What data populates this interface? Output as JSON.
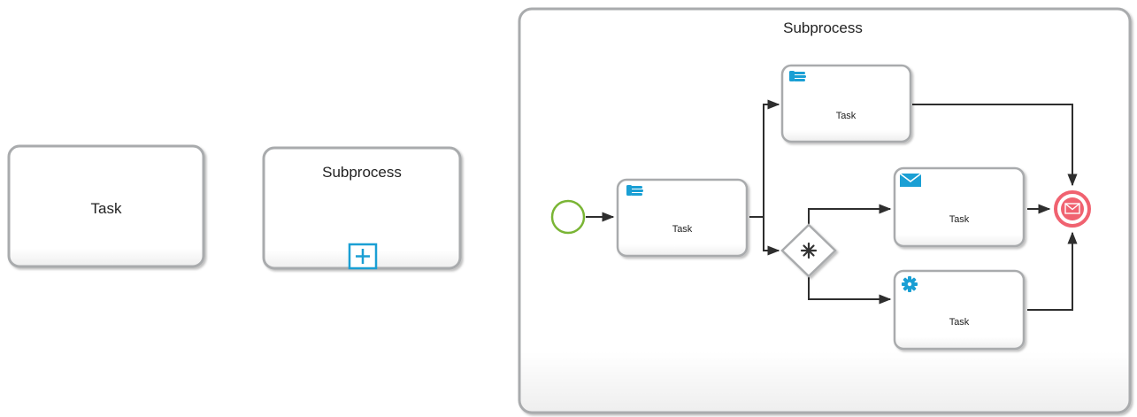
{
  "standalone_task": {
    "label": "Task"
  },
  "collapsed_subprocess": {
    "label": "Subprocess",
    "marker": "expand-plus-icon"
  },
  "expanded_subprocess": {
    "label": "Subprocess",
    "tasks": [
      {
        "label": "Task",
        "type": "manual",
        "icon": "hand-icon"
      },
      {
        "label": "Task",
        "type": "manual",
        "icon": "hand-icon"
      },
      {
        "label": "Task",
        "type": "send",
        "icon": "envelope-icon"
      },
      {
        "label": "Task",
        "type": "service",
        "icon": "gear-icon"
      }
    ],
    "gateway": {
      "type": "complex",
      "icon": "asterisk-icon"
    },
    "start_event": {
      "type": "none"
    },
    "end_event": {
      "type": "message",
      "icon": "envelope-icon"
    }
  },
  "colors": {
    "task_border": "#a9abad",
    "icon_blue": "#1a9fd4",
    "start_green": "#7ab535",
    "end_red": "#f06270",
    "flow_line": "#2e2e2e"
  }
}
